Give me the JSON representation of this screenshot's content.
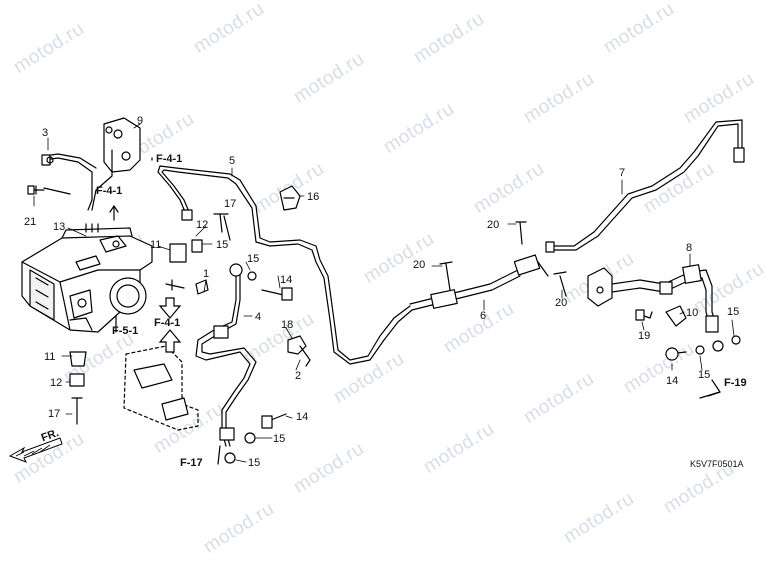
{
  "watermark_text": "motod.ru",
  "part_callouts": [
    {
      "id": "c3",
      "text": "3"
    },
    {
      "id": "c9",
      "text": "9"
    },
    {
      "id": "c5",
      "text": "5"
    },
    {
      "id": "c7",
      "text": "7"
    },
    {
      "id": "c16",
      "text": "16"
    },
    {
      "id": "c21",
      "text": "21"
    },
    {
      "id": "c13",
      "text": "13"
    },
    {
      "id": "c17a",
      "text": "17"
    },
    {
      "id": "c12",
      "text": "12"
    },
    {
      "id": "c11a",
      "text": "11"
    },
    {
      "id": "c15a",
      "text": "15"
    },
    {
      "id": "c20a",
      "text": "20"
    },
    {
      "id": "c20b",
      "text": "20"
    },
    {
      "id": "c8",
      "text": "8"
    },
    {
      "id": "c1",
      "text": "1"
    },
    {
      "id": "c15b",
      "text": "15"
    },
    {
      "id": "c14a",
      "text": "14"
    },
    {
      "id": "c20c",
      "text": "20"
    },
    {
      "id": "c6",
      "text": "6"
    },
    {
      "id": "c4",
      "text": "4"
    },
    {
      "id": "c10",
      "text": "10"
    },
    {
      "id": "c15c",
      "text": "15"
    },
    {
      "id": "c18",
      "text": "18"
    },
    {
      "id": "c19",
      "text": "19"
    },
    {
      "id": "c2",
      "text": "2"
    },
    {
      "id": "c11b",
      "text": "11"
    },
    {
      "id": "c14b",
      "text": "14"
    },
    {
      "id": "c15d",
      "text": "15"
    },
    {
      "id": "c12b",
      "text": "12"
    },
    {
      "id": "c17b",
      "text": "17"
    },
    {
      "id": "c14c",
      "text": "14"
    },
    {
      "id": "c15e",
      "text": "15"
    },
    {
      "id": "c15f",
      "text": "15"
    }
  ],
  "section_refs": [
    {
      "id": "r1",
      "text": "F-4-1"
    },
    {
      "id": "r2",
      "text": "F-4-1"
    },
    {
      "id": "r3",
      "text": "F-5-1"
    },
    {
      "id": "r4",
      "text": "F-4-1"
    },
    {
      "id": "r5",
      "text": "F-17"
    },
    {
      "id": "r6",
      "text": "F-19"
    }
  ],
  "front_indicator": "FR.",
  "drawing_code": "K5V7F0501A"
}
